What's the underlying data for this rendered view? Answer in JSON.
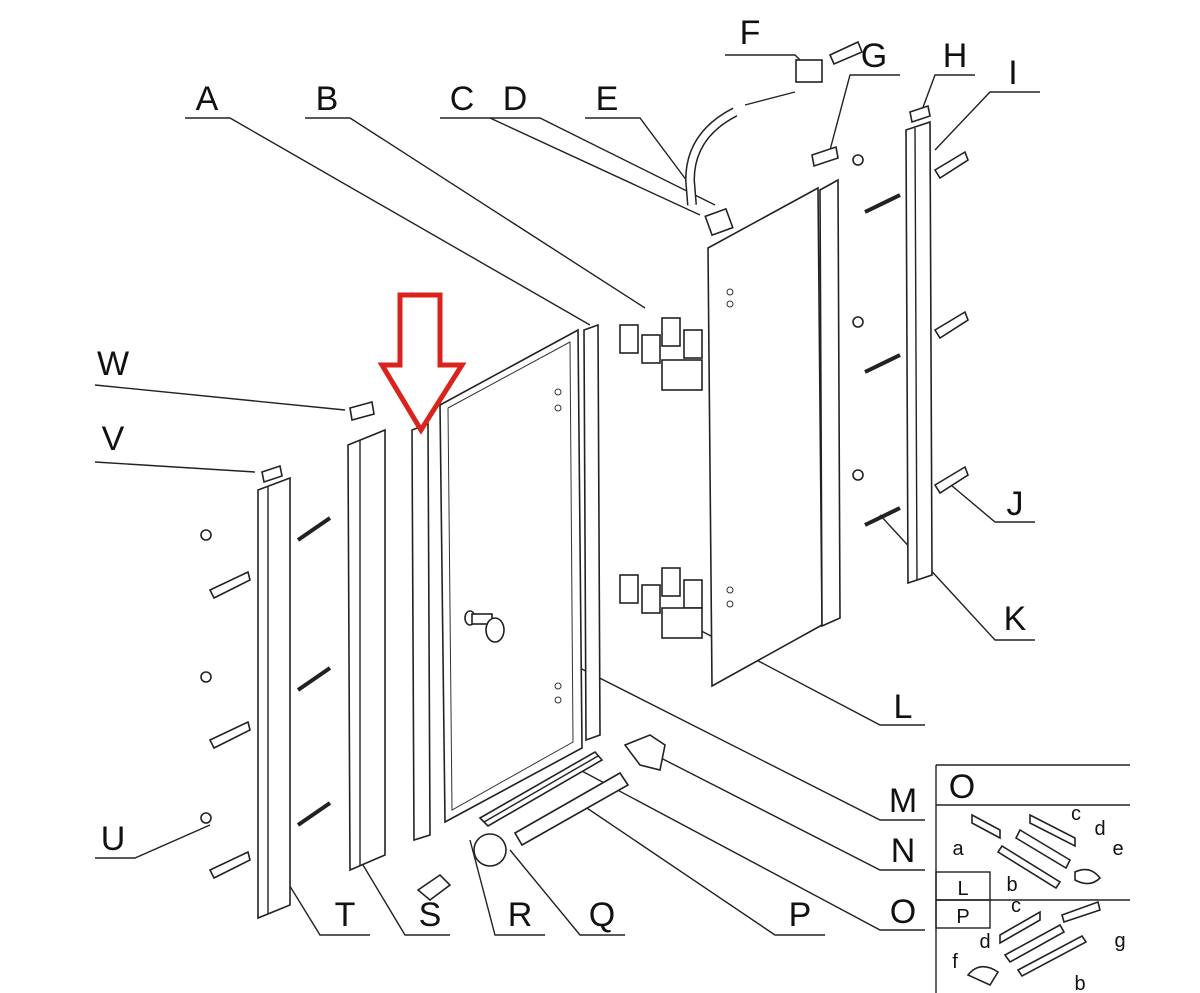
{
  "labels": {
    "A": "A",
    "B": "B",
    "C": "C",
    "D": "D",
    "E": "E",
    "F": "F",
    "G": "G",
    "H": "H",
    "I": "I",
    "J": "J",
    "K": "K",
    "L": "L",
    "M": "M",
    "N": "N",
    "O": "O",
    "P": "P",
    "Q": "Q",
    "R": "R",
    "S": "S",
    "T": "T",
    "U": "U",
    "V": "V",
    "W": "W"
  },
  "inset": {
    "title": "O",
    "row_L": "L",
    "row_P": "P",
    "upper_parts": [
      "a",
      "b",
      "c",
      "d",
      "e"
    ],
    "lower_parts": [
      "c",
      "d",
      "f",
      "g",
      "b"
    ]
  },
  "highlight_color": "#d9231c"
}
